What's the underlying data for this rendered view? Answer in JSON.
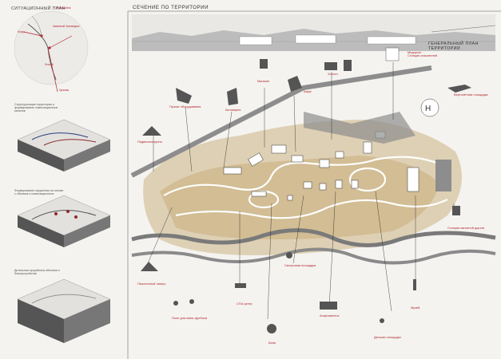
{
  "left_panel": {
    "title": "СИТУАЦИОННЫЙ ПЛАН",
    "map_labels": [
      "Нова Шабла",
      "Каменный Заповедник",
      "Ктумр",
      "Лесной",
      "Кусковы"
    ],
    "steps": [
      "Структуризация территории и формирование композиционных каналов",
      "Формирование окружения на основе с объемов и композиционных",
      "Детальная проработка объемов и благоустройства"
    ]
  },
  "main": {
    "section_title": "СЕЧЕНИЕ ПО ТЕРРИТОРИИ",
    "plan_title": "ГЕНЕРАЛЬНЫЙ ПЛАН ТЕРРИТОРИИ",
    "labels": {
      "medpunkt": "Медпункт\nСтанция спасателей",
      "magazin": "Магазин",
      "hostel": "Хостел",
      "kafe": "Кафе",
      "prokat": "Прокат оборудования",
      "kolybaika": "Кальварня",
      "vertolet": "Вертолётная площадка",
      "podvesnye": "Подвесная кухня",
      "stanciya": "Станция канатной дороги",
      "palatochny": "Палаточный лагерь",
      "sek": "СПА центр",
      "smotrovaya": "Смотровая площадка",
      "apartamenty": "Апартаменты",
      "muzei": "Музей",
      "pole": "Поле для мини-футбола",
      "bani": "Бани",
      "detskaya": "Детская площадка"
    }
  },
  "colors": {
    "accent": "#b3262e",
    "land": "#c9b07e",
    "road": "#8d8d8d",
    "river": "#7a7a7a"
  }
}
